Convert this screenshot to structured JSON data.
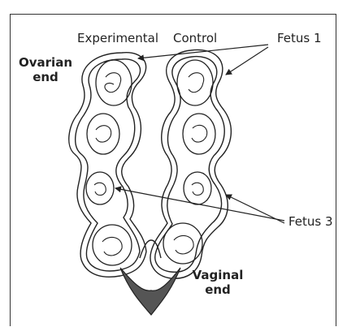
{
  "labels": {
    "experimental": "Experimental",
    "control": "Control",
    "fetus1": "Fetus 1",
    "fetus3": "Fetus 3",
    "ovarian_line1": "Ovarian",
    "ovarian_line2": "end",
    "vaginal_line1": "Vaginal",
    "vaginal_line2": "end"
  }
}
